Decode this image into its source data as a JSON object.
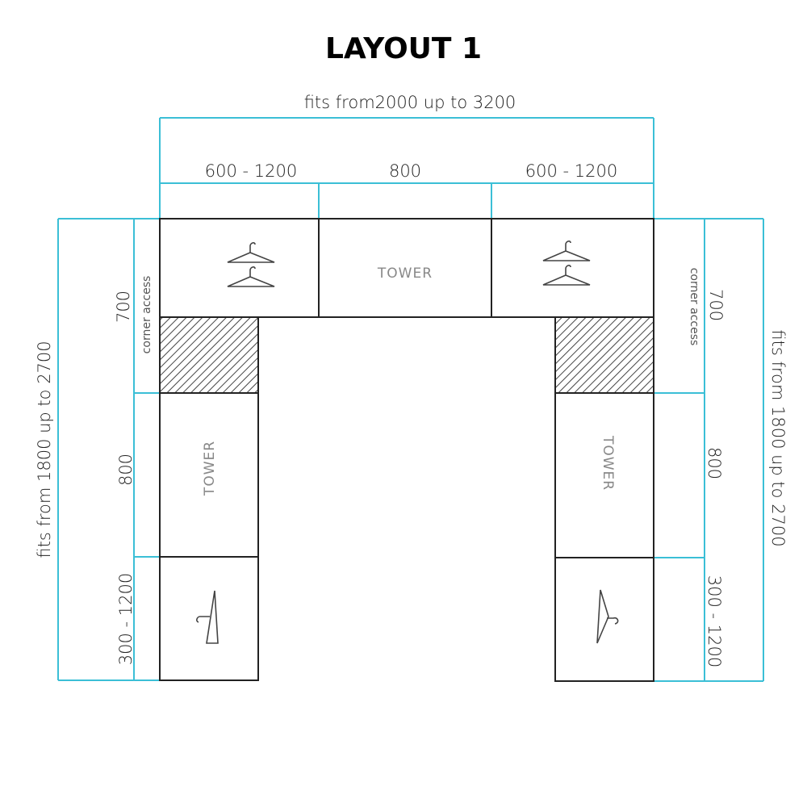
{
  "title": "LAYOUT 1",
  "dimensions": {
    "overall_width": "fits from2000 up to 3200",
    "left_width": "600 - 1200",
    "center_width": "800",
    "right_width": "600 - 1200",
    "left_overall_depth": "fits from 1800 up to 2700",
    "right_overall_depth": "fits from 1800 up to 2700",
    "left_corner": "700",
    "left_tower": "800",
    "left_bottom": "300 - 1200",
    "right_corner": "700",
    "right_tower": "800",
    "right_bottom": "300 - 1200"
  },
  "labels": {
    "corner_access_left": "corner access",
    "corner_access_right": "corner access",
    "tower_top": "TOWER",
    "tower_left": "TOWER",
    "tower_right": "TOWER"
  },
  "colors": {
    "dimension_line": "#3bbfd6"
  }
}
